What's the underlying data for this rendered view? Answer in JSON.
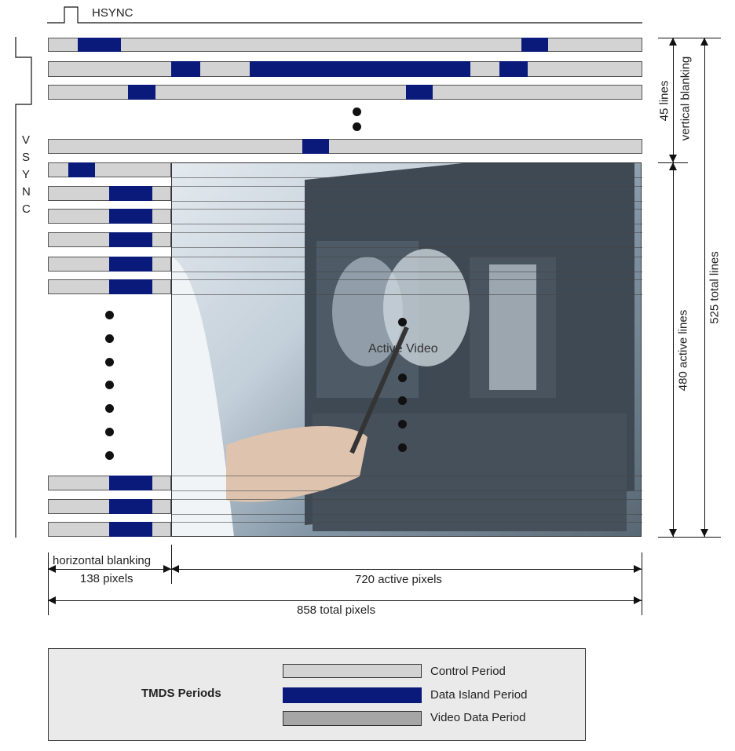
{
  "hsync": {
    "label": "HSYNC"
  },
  "vsync": {
    "letters": [
      "V",
      "S",
      "Y",
      "N",
      "C"
    ]
  },
  "right_labels": {
    "blanking_lines": "45 lines",
    "vertical_blanking": "vertical blanking",
    "active_lines": "480 active lines",
    "total_lines": "525 total lines"
  },
  "bottom_labels": {
    "horizontal_blanking": "horizontal blanking",
    "blanking_pixels": "138 pixels",
    "active_pixels": "720 active pixels",
    "total_pixels": "858 total pixels"
  },
  "active_video": {
    "label": "Active Video"
  },
  "legend": {
    "title": "TMDS Periods",
    "items": [
      {
        "label": "Control Period",
        "color": "#d3d3d3"
      },
      {
        "label": "Data Island Period",
        "color": "#0a1a7a"
      },
      {
        "label": "Video Data Period",
        "color": "#a6a6a6"
      }
    ]
  },
  "colors": {
    "control": "#d3d3d3",
    "data_island": "#0a1a7a",
    "video": "#a6a6a6"
  }
}
